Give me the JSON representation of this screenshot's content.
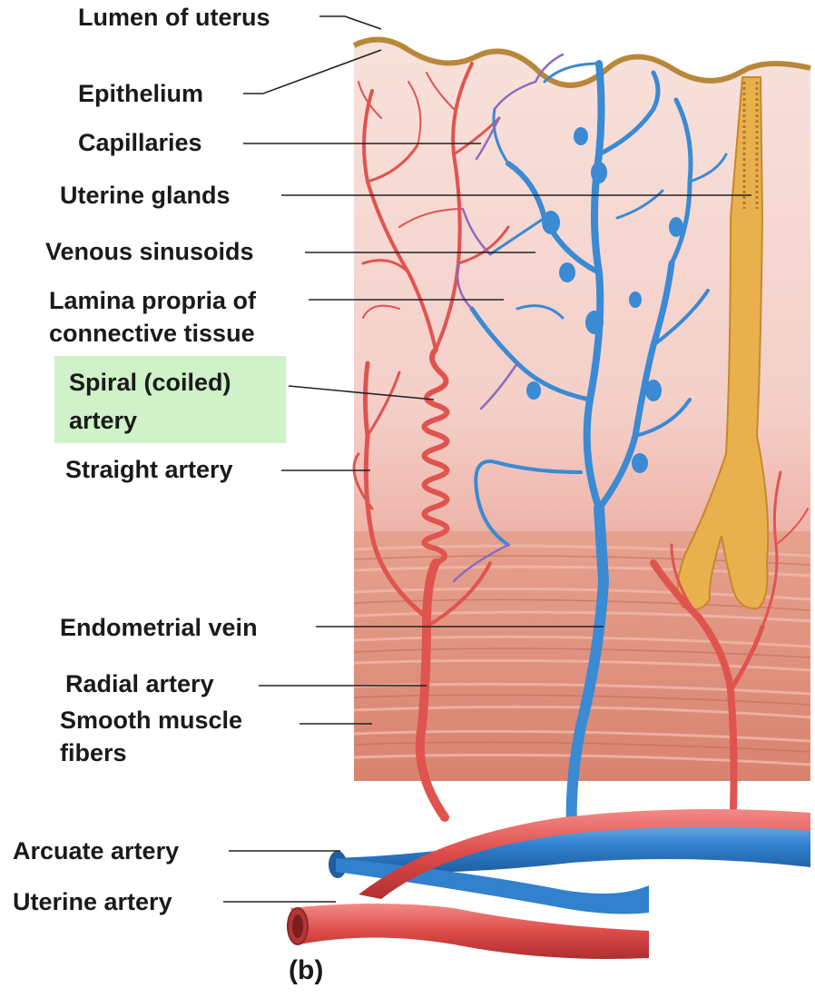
{
  "labels": {
    "lumen": "Lumen of uterus",
    "epithelium": "Epithelium",
    "capillaries": "Capillaries",
    "glands": "Uterine glands",
    "sinusoids": "Venous sinusoids",
    "lamina_1": "Lamina propria of",
    "lamina_2": "connective tissue",
    "spiral_1": "Spiral (coiled)",
    "spiral_2": "artery",
    "straight": "Straight artery",
    "vein": "Endometrial vein",
    "radial": "Radial artery",
    "muscle_1": "Smooth muscle",
    "muscle_2": "fibers",
    "arcuate": "Arcuate artery",
    "uterine": "Uterine artery",
    "panel": "(b)"
  },
  "colors": {
    "artery": "#e0524f",
    "vein": "#3f8fd6",
    "gland": "#e8b04a",
    "mucosa": "#f5d7d2",
    "muscle": "#d9826e",
    "highlight": "#cff2c8"
  }
}
